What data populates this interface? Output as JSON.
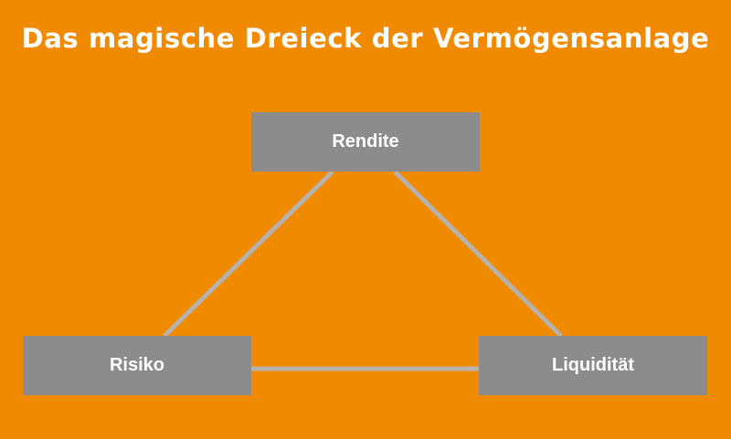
{
  "title": "Das magische Dreieck der Vermögensanlage",
  "nodes": {
    "top": "Rendite",
    "left": "Risiko",
    "right": "Liquidität"
  },
  "edges": [
    {
      "from": "Rendite",
      "to": "Risiko"
    },
    {
      "from": "Rendite",
      "to": "Liquidität"
    },
    {
      "from": "Risiko",
      "to": "Liquidität"
    }
  ],
  "colors": {
    "background": "#f08a00",
    "node_fill": "#8c8c8c",
    "edge": "#b7b2ad",
    "text": "#ffffff"
  }
}
